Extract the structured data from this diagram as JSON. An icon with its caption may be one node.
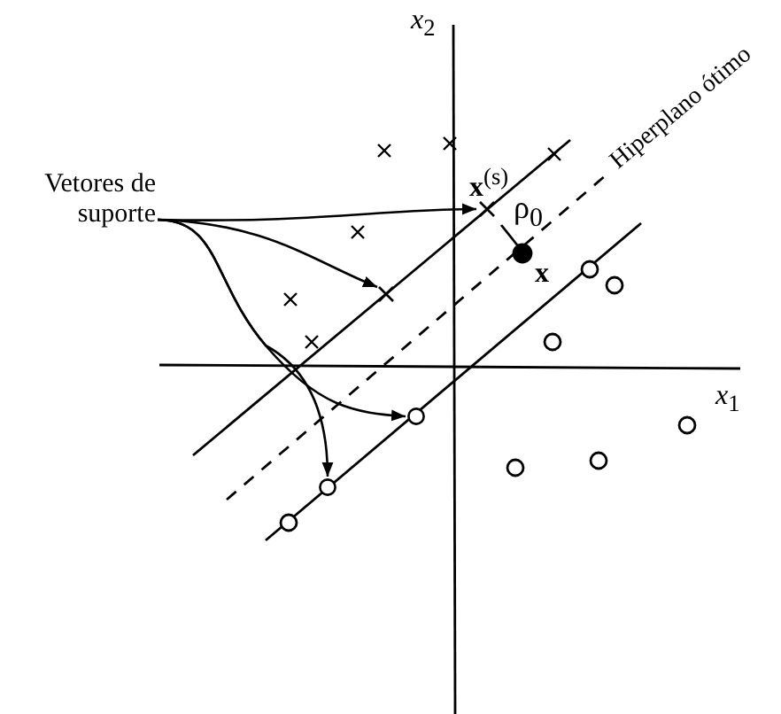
{
  "diagram": {
    "nodes": [
      {
        "text": [
          "Vetores de suporte"
        ]
      },
      {
        "text": [],
        "shape": "cross"
      },
      {
        "text": [],
        "shape": "cross"
      },
      {
        "text": [],
        "shape": "circle"
      },
      {
        "text": [],
        "shape": "circle"
      }
    ],
    "edges": [
      {
        "from": 0,
        "to": 1,
        "arrow": "to"
      },
      {
        "from": 0,
        "to": 2,
        "arrow": "to"
      },
      {
        "from": 0,
        "to": 3,
        "arrow": "to"
      },
      {
        "from": 0,
        "to": 4,
        "arrow": "to"
      }
    ],
    "labels": [
      "*x*$_{2}$",
      "Hiperplano ótimo",
      "**x**$^{(s)}$",
      "ρ$_{0}$",
      "x",
      "*x*$_{1}$"
    ]
  }
}
